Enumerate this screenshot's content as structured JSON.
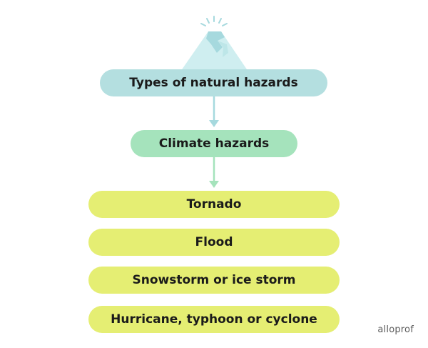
{
  "colors": {
    "main_bg": "#b4dfe0",
    "sub_bg": "#a5e3bc",
    "item_bg": "#e5ee73",
    "arrow_blue": "#a6d9de",
    "arrow_green": "#a5e3bc",
    "volcano": "#cfeef0"
  },
  "diagram": {
    "title": "Types of natural hazards",
    "category": "Climate hazards",
    "items": [
      "Tornado",
      "Flood",
      "Snowstorm or ice storm",
      "Hurricane, typhoon or cyclone"
    ]
  },
  "icons": {
    "volcano": "volcano-icon"
  },
  "watermark": "alloprof"
}
